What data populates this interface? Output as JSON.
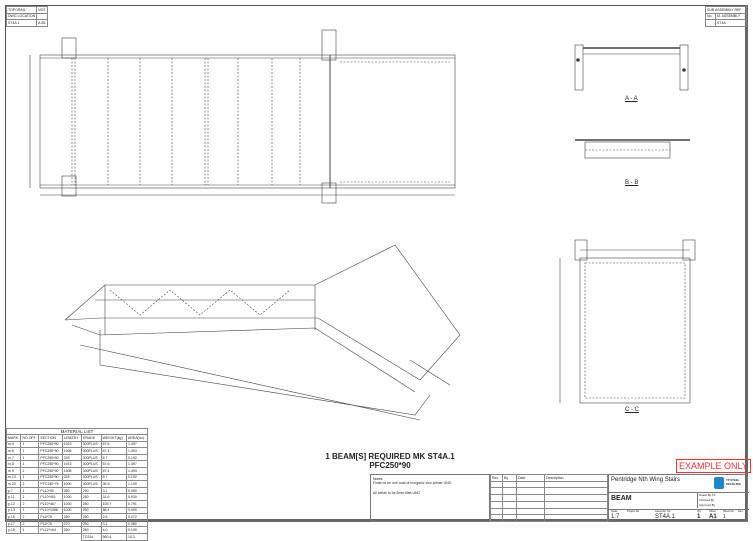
{
  "top_left_block": {
    "rows": [
      [
        "TOPGRAIL",
        "NOT"
      ],
      [
        "DWG LOCATION",
        ""
      ],
      [
        "ST4A.1",
        "A.B1"
      ]
    ]
  },
  "top_right_block": {
    "rows": [
      [
        "SUB ASSEMBLY REF",
        ""
      ],
      [
        "No.",
        "M. ASSEMBLY"
      ],
      [
        "",
        "ST4A"
      ]
    ]
  },
  "sections": {
    "a": "A - A",
    "b": "B - B",
    "c": "C - C"
  },
  "required": {
    "line1": "1 BEAM[S] REQUIRED MK ST4A.1",
    "line2": "PFC250*90"
  },
  "example": "EXAMPLE ONLY",
  "material_list": {
    "title": "MATERIAL LIST",
    "headers": [
      "MARK",
      "NO.OFF",
      "SECTION",
      "LENGTH",
      "GRADE",
      "WEIGHT(kg)",
      "AREA(m²)"
    ],
    "rows": [
      [
        "m.4",
        "1",
        "PFC250*90",
        "1913",
        "300PLUS",
        "67.6",
        "1.497"
      ],
      [
        "m.5",
        "1",
        "PFC250*90",
        "1908",
        "300PLUS",
        "67.4",
        "1.493"
      ],
      [
        "m.7",
        "1",
        "PFC250*90",
        "245",
        "300PLUS",
        "8.7",
        "0.192"
      ],
      [
        "m.8",
        "1",
        "PFC250*90",
        "1913",
        "300PLUS",
        "67.6",
        "1.497"
      ],
      [
        "m.9",
        "1",
        "PFC250*90",
        "1908",
        "300PLUS",
        "67.4",
        "1.493"
      ],
      [
        "m.10",
        "1",
        "PFC250*90",
        "245",
        "300PLUS",
        "8.7",
        "0.192"
      ],
      [
        "m.20",
        "2",
        "PFC150*75",
        "1000",
        "300PLUS",
        "35.9",
        "1.100"
      ],
      [
        "p.7",
        "1",
        "PL10*90",
        "250",
        "250",
        "3.1",
        "0.050"
      ],
      [
        "p.11",
        "1",
        "PL10*461",
        "1000",
        "250",
        "31.6",
        "0.930"
      ],
      [
        "p.12",
        "2",
        "PL10*467",
        "1000",
        "250",
        "105.7",
        "0.791"
      ],
      [
        "p.13",
        "1",
        "PL10*1356",
        "1000",
        "250",
        "88.4",
        "0.400"
      ],
      [
        "p.16",
        "2",
        "PL6*75",
        "250",
        "250",
        "2.6",
        "0.072"
      ],
      [
        "p.17",
        "2",
        "PL6*75",
        "270",
        "250",
        "3.1",
        "0.080"
      ],
      [
        "p.18",
        "1",
        "PL12*164",
        "250",
        "250",
        "4.0",
        "0.100"
      ]
    ],
    "total_label": "TOTAL",
    "total_weight": "560.4",
    "total_area": "10.3"
  },
  "notes": {
    "title": "Notes:",
    "lines": [
      "Finish to be one coat of inorganic zinc primer UNO",
      "All welds to be 6mm fillet UNO"
    ]
  },
  "revision": {
    "headers": [
      "Rev",
      "By",
      "Date",
      "Description"
    ]
  },
  "title_block": {
    "project": "Pentridge Nth Wing Stairs",
    "logo_text": "TP STEEL DETAILING",
    "drawing_title": "BEAM",
    "drawn_by_label": "Drawn By",
    "drawn_by": "TP",
    "checked_label": "Checked By",
    "approved_label": "Approved By",
    "scale_label": "Scale",
    "scale": "1:7",
    "project_no_label": "Project No",
    "assembly_label": "Assembly No",
    "assembly": "ST4A.1",
    "qty_label": "Qty",
    "qty": "1",
    "size_label": "Sheet",
    "size": "A1",
    "sheet_label": "Sheet No",
    "sheet": "1",
    "rev_label": "Rev"
  }
}
